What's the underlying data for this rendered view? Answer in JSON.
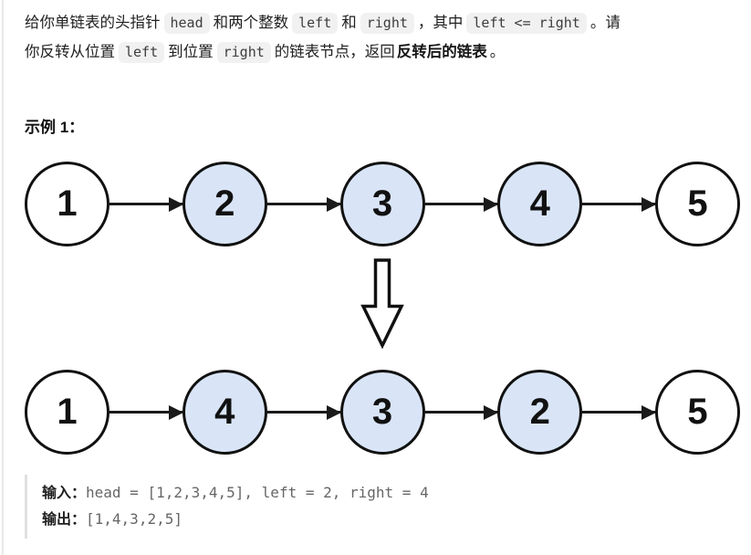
{
  "colors": {
    "highlight_fill": "#d9e5f7",
    "node_border": "#111111",
    "arrow": "#1a1a1a",
    "inline_code_bg": "#f1f1f2",
    "example_left_border": "#e0e0e0"
  },
  "statement": {
    "t1": "给你单链表的头指针",
    "c1": "head",
    "t2": "和两个整数",
    "c2": "left",
    "t3": "和",
    "c3": "right",
    "t4": "，其中",
    "c4": "left <= right",
    "t5": "。请",
    "t6": "你反转从位置",
    "c5": "left",
    "t7": "到位置",
    "c6": "right",
    "t8": "的链表节点，返回",
    "b1": "反转后的链表",
    "t9": "。"
  },
  "example_heading": "示例 1：",
  "diagram": {
    "before": {
      "nodes": [
        {
          "value": "1",
          "highlighted": false
        },
        {
          "value": "2",
          "highlighted": true
        },
        {
          "value": "3",
          "highlighted": true
        },
        {
          "value": "4",
          "highlighted": true
        },
        {
          "value": "5",
          "highlighted": false
        }
      ]
    },
    "transform_icon": "down-block-arrow",
    "after": {
      "nodes": [
        {
          "value": "1",
          "highlighted": false
        },
        {
          "value": "4",
          "highlighted": true
        },
        {
          "value": "3",
          "highlighted": true
        },
        {
          "value": "2",
          "highlighted": true
        },
        {
          "value": "5",
          "highlighted": false
        }
      ]
    }
  },
  "example": {
    "input_label": "输入：",
    "input_value": "head = [1,2,3,4,5], left = 2, right = 4",
    "output_label": "输出：",
    "output_value": "[1,4,3,2,5]"
  }
}
